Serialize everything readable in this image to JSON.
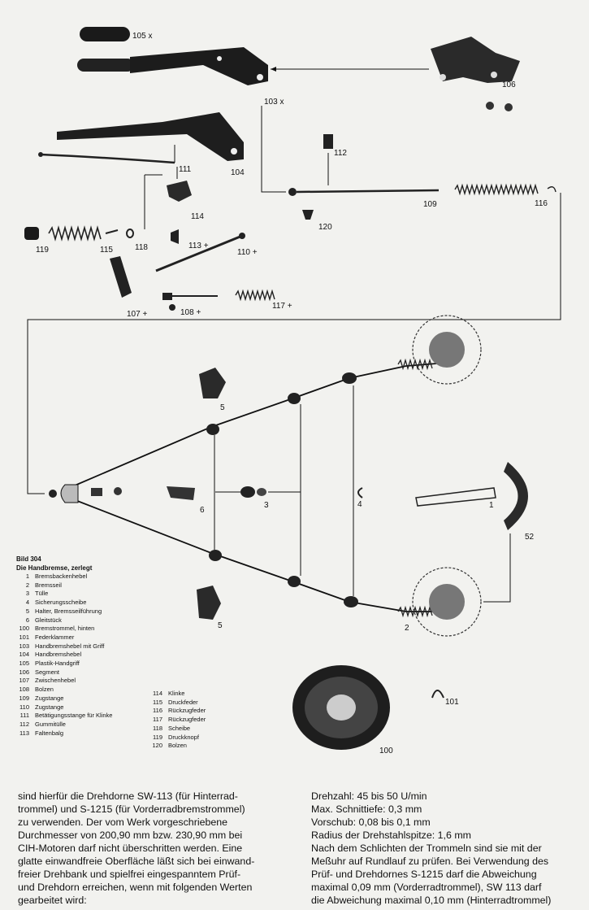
{
  "diagram": {
    "labels": {
      "l105": "105 x",
      "l103": "103 x",
      "l106": "106",
      "l104": "104",
      "l111": "111",
      "l112": "112",
      "l109": "109",
      "l116": "116",
      "l120": "120",
      "l114": "114",
      "l119": "119",
      "l115": "115",
      "l118": "118",
      "l113": "113 +",
      "l110": "110 +",
      "l107": "107 +",
      "l108": "108 +",
      "l117": "117 +",
      "l5a": "5",
      "l3": "3",
      "l6": "6",
      "l4": "4",
      "l1": "1",
      "l52": "52",
      "l5b": "5",
      "l2": "2",
      "l101": "101",
      "l100": "100"
    }
  },
  "caption": {
    "figure": "Bild 304",
    "title": "Die Handbremse, zerlegt"
  },
  "legend_left": [
    {
      "n": "1",
      "t": "Bremsbackenhebel"
    },
    {
      "n": "2",
      "t": "Bremsseil"
    },
    {
      "n": "3",
      "t": "Tülle"
    },
    {
      "n": "4",
      "t": "Sicherungsscheibe"
    },
    {
      "n": "5",
      "t": "Halter, Bremsseilführung"
    },
    {
      "n": "6",
      "t": "Gleitstück"
    },
    {
      "n": "100",
      "t": "Bremstrommel, hinten"
    },
    {
      "n": "101",
      "t": "Federklammer"
    },
    {
      "n": "103",
      "t": "Handbremshebel mit Griff"
    },
    {
      "n": "104",
      "t": "Handbremshebel"
    },
    {
      "n": "105",
      "t": "Plastik-Handgriff"
    },
    {
      "n": "106",
      "t": "Segment"
    },
    {
      "n": "107",
      "t": "Zwischenhebel"
    },
    {
      "n": "108",
      "t": "Bolzen"
    },
    {
      "n": "109",
      "t": "Zugstange"
    },
    {
      "n": "110",
      "t": "Zugstange"
    },
    {
      "n": "111",
      "t": "Betätigungsstange für Klinke"
    },
    {
      "n": "112",
      "t": "Gummitülle"
    },
    {
      "n": "113",
      "t": "Faltenbalg"
    }
  ],
  "legend_right": [
    {
      "n": "114",
      "t": "Klinke"
    },
    {
      "n": "115",
      "t": "Druckfeder"
    },
    {
      "n": "116",
      "t": "Rückzugfeder"
    },
    {
      "n": "117",
      "t": "Rückzugfeder"
    },
    {
      "n": "118",
      "t": "Scheibe"
    },
    {
      "n": "119",
      "t": "Druckknopf"
    },
    {
      "n": "120",
      "t": "Bolzen"
    }
  ],
  "text_left": [
    "sind hierfür die Drehdorne SW-113 (für Hinterrad-",
    "trommel) und S-1215 (für Vorderradbremstrommel)",
    "zu verwenden. Der vom Werk vorgeschriebene",
    "Durchmesser von 200,90 mm bzw. 230,90 mm bei",
    "CIH-Motoren darf nicht überschritten werden. Eine",
    "glatte einwandfreie Oberfläche läßt sich bei einwand-",
    "freier Drehbank und spielfrei eingespanntem Prüf-",
    "und Drehdorn erreichen, wenn mit folgenden Werten",
    "gearbeitet wird:"
  ],
  "text_right": [
    "Drehzahl: 45 bis 50 U/min",
    "Max. Schnittiefe: 0,3 mm",
    "Vorschub: 0,08 bis 0,1 mm",
    "Radius der Drehstahlspitze: 1,6 mm",
    "Nach dem Schlichten der Trommeln sind sie mit der",
    "Meßuhr auf Rundlauf zu prüfen. Bei Verwendung des",
    "Prüf- und Drehdornes S-1215 darf die Abweichung",
    "maximal 0,09 mm (Vorderradtrommel), SW 113 darf",
    "die Abweichung maximal 0,10 mm (Hinterradtrommel)"
  ]
}
